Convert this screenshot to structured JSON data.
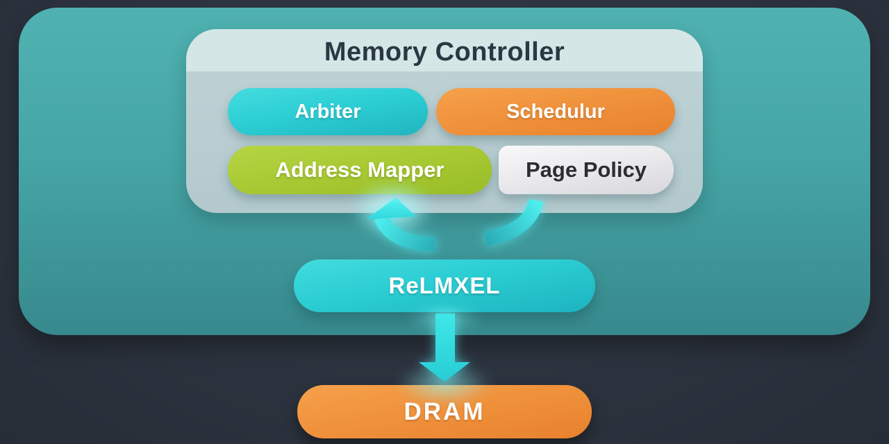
{
  "panel": {
    "title": "Memory Controller"
  },
  "components": [
    {
      "id": "arbiter",
      "label": "Arbiter",
      "fill": "#2ccfd5"
    },
    {
      "id": "scheduler",
      "label": "Schedulur",
      "fill": "#f0923c"
    },
    {
      "id": "address_mapper",
      "label": "Address Mapper",
      "fill": "#a9ca34"
    },
    {
      "id": "page_policy",
      "label": "Page Policy",
      "fill": "#ebebee"
    }
  ],
  "nodes": [
    {
      "id": "relmxel",
      "label": "ReLMXEL",
      "fill": "#2bcdd3"
    },
    {
      "id": "dram",
      "label": "DRAM",
      "fill": "#f0923c"
    }
  ],
  "connections": [
    {
      "id": "relmxel-to-controller",
      "from": "ReLMXEL",
      "to": "Memory Controller",
      "type": "curved-up-arrow"
    },
    {
      "id": "relmxel-to-dram",
      "from": "ReLMXEL",
      "to": "DRAM",
      "type": "straight-down-arrow"
    }
  ],
  "colors": {
    "background": "#2c333e",
    "board_top": "#4fb2b1",
    "board_bottom": "#37898d",
    "panel_header": "#d4e6e5",
    "panel_body": "#b7cdd0",
    "title_text": "#2a3843",
    "arrow": "#35e2e6",
    "label_text": "#ffffff",
    "page_policy_text": "#2b2d31"
  }
}
